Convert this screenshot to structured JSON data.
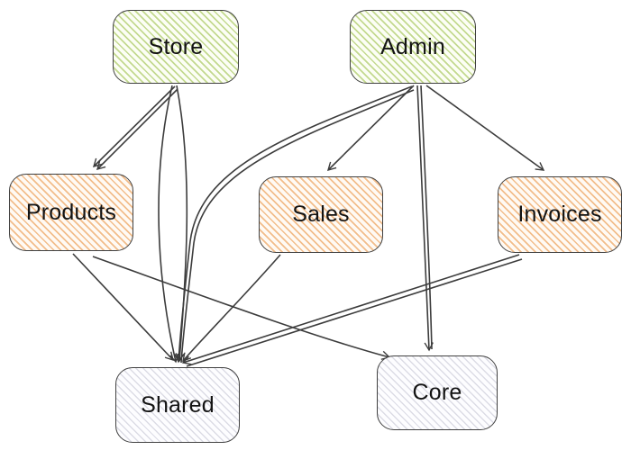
{
  "diagram": {
    "type": "dependency-graph",
    "nodes": {
      "store": {
        "label": "Store",
        "fill": "green"
      },
      "admin": {
        "label": "Admin",
        "fill": "green"
      },
      "products": {
        "label": "Products",
        "fill": "orange"
      },
      "sales": {
        "label": "Sales",
        "fill": "orange"
      },
      "invoices": {
        "label": "Invoices",
        "fill": "orange"
      },
      "shared": {
        "label": "Shared",
        "fill": "gray"
      },
      "core": {
        "label": "Core",
        "fill": "gray"
      }
    },
    "edges": [
      {
        "from": "Store",
        "to": "Products",
        "style": "double"
      },
      {
        "from": "Store",
        "to": "Shared",
        "style": "double"
      },
      {
        "from": "Admin",
        "to": "Sales",
        "style": "single"
      },
      {
        "from": "Admin",
        "to": "Invoices",
        "style": "single"
      },
      {
        "from": "Admin",
        "to": "Core",
        "style": "double"
      },
      {
        "from": "Admin",
        "to": "Shared",
        "style": "double-curve"
      },
      {
        "from": "Products",
        "to": "Shared",
        "style": "single"
      },
      {
        "from": "Products",
        "to": "Core",
        "style": "single"
      },
      {
        "from": "Sales",
        "to": "Shared",
        "style": "single"
      },
      {
        "from": "Invoices",
        "to": "Shared",
        "style": "double"
      }
    ],
    "colors": {
      "green_hatch": "#c3d98f",
      "orange_hatch": "#f2bd8b",
      "gray_hatch": "#dcdce5",
      "node_border": "#404040",
      "edge_stroke": "#3c3c3c",
      "background": "#ffffff",
      "label_text": "#131313"
    }
  }
}
